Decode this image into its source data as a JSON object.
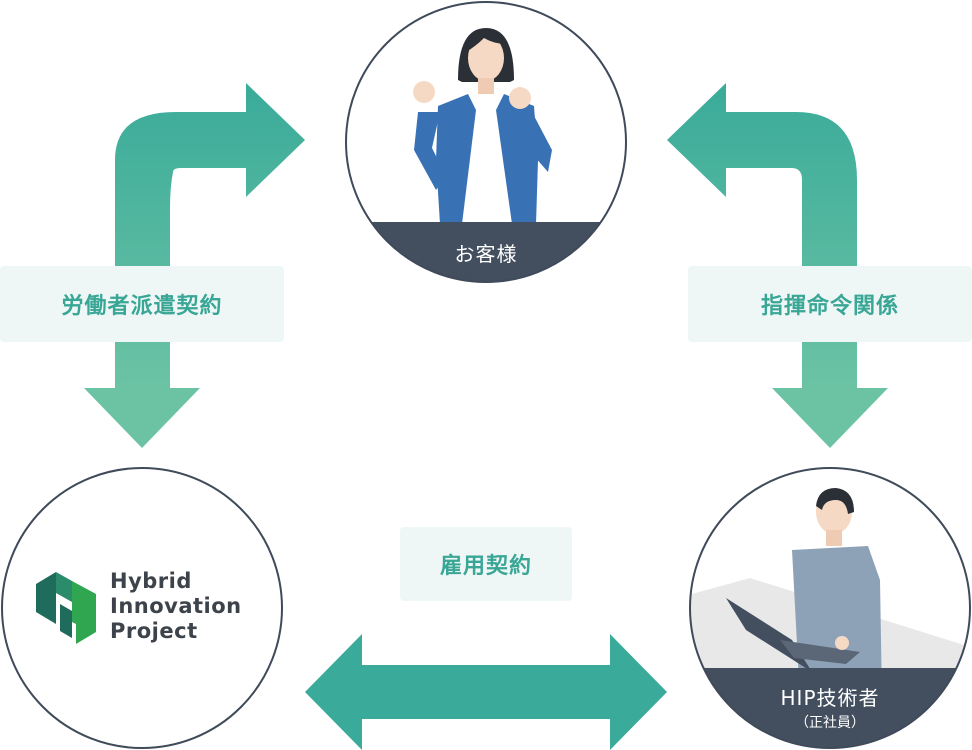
{
  "nodes": {
    "customer": {
      "label": "お客様"
    },
    "engineer": {
      "label": "HIP技術者",
      "sublabel": "（正社員）"
    },
    "company": {
      "logo_lines": [
        "Hybrid",
        "Innovation",
        "Project"
      ]
    }
  },
  "relations": {
    "dispatch": "労働者派遣契約",
    "command": "指揮命令関係",
    "employment": "雇用契約"
  },
  "colors": {
    "arrow_teal": "#3aab9a",
    "arrow_light": "#6cc3a4",
    "label_bg": "#eef7f5",
    "label_text": "#39a696",
    "circle_border": "#3f4a5a",
    "band": "#434e5f",
    "logo_green_dark": "#1f6b5c",
    "logo_green_light": "#2fa64f"
  }
}
